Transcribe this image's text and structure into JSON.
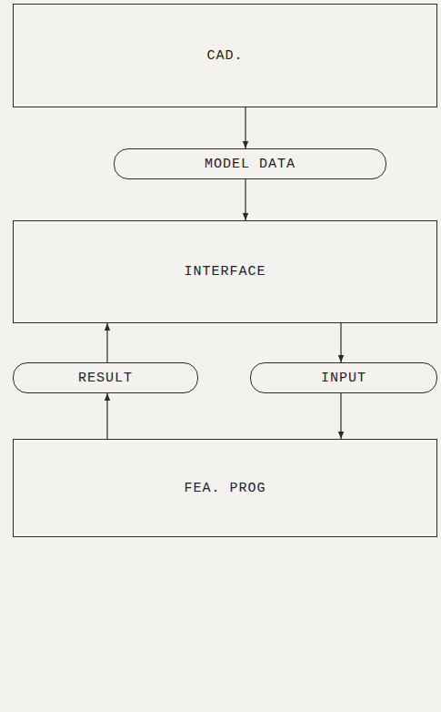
{
  "diagram": {
    "nodes": [
      {
        "text": [
          "CAD."
        ]
      },
      {
        "text": [
          "MODEL DATA"
        ]
      },
      {
        "text": [
          "INTERFACE"
        ]
      },
      {
        "text": [
          "RESULT"
        ]
      },
      {
        "text": [
          "INPUT"
        ]
      },
      {
        "text": [
          "FEA. PROG"
        ]
      }
    ],
    "edges": [
      {
        "from": 0,
        "to": 1,
        "arrow": "to"
      },
      {
        "from": 1,
        "to": 2,
        "arrow": "to"
      },
      {
        "from": 2,
        "to": 4,
        "arrow": "to"
      },
      {
        "from": 4,
        "to": 5,
        "arrow": "to"
      },
      {
        "from": 5,
        "to": 3,
        "arrow": "to"
      },
      {
        "from": 3,
        "to": 2,
        "arrow": "to"
      }
    ]
  }
}
